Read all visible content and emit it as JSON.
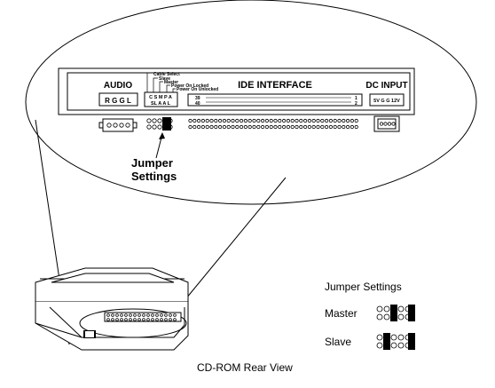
{
  "panel": {
    "audio_label": "AUDIO",
    "audio_pins": "R G G L",
    "jumper_names": "C S M P A",
    "jumper_sub": "SL A A L",
    "ide_label": "IDE INTERFACE",
    "ide_pin_top_left": "39",
    "ide_pin_bottom_left": "40",
    "ide_pin_top_right": "1",
    "ide_pin_bottom_right": "2",
    "dc_label": "DC INPUT",
    "dc_pins": "5V G G 12V",
    "callouts": [
      "Cable Select",
      "Slave",
      "Master",
      "Power On Locked",
      "Power On Unlocked"
    ]
  },
  "jumper_callout": {
    "line1": "Jumper",
    "line2": "Settings"
  },
  "legend": {
    "title": "Jumper Settings",
    "rows": [
      {
        "label": "Master"
      },
      {
        "label": "Slave"
      }
    ]
  },
  "caption": "CD-ROM Rear View"
}
